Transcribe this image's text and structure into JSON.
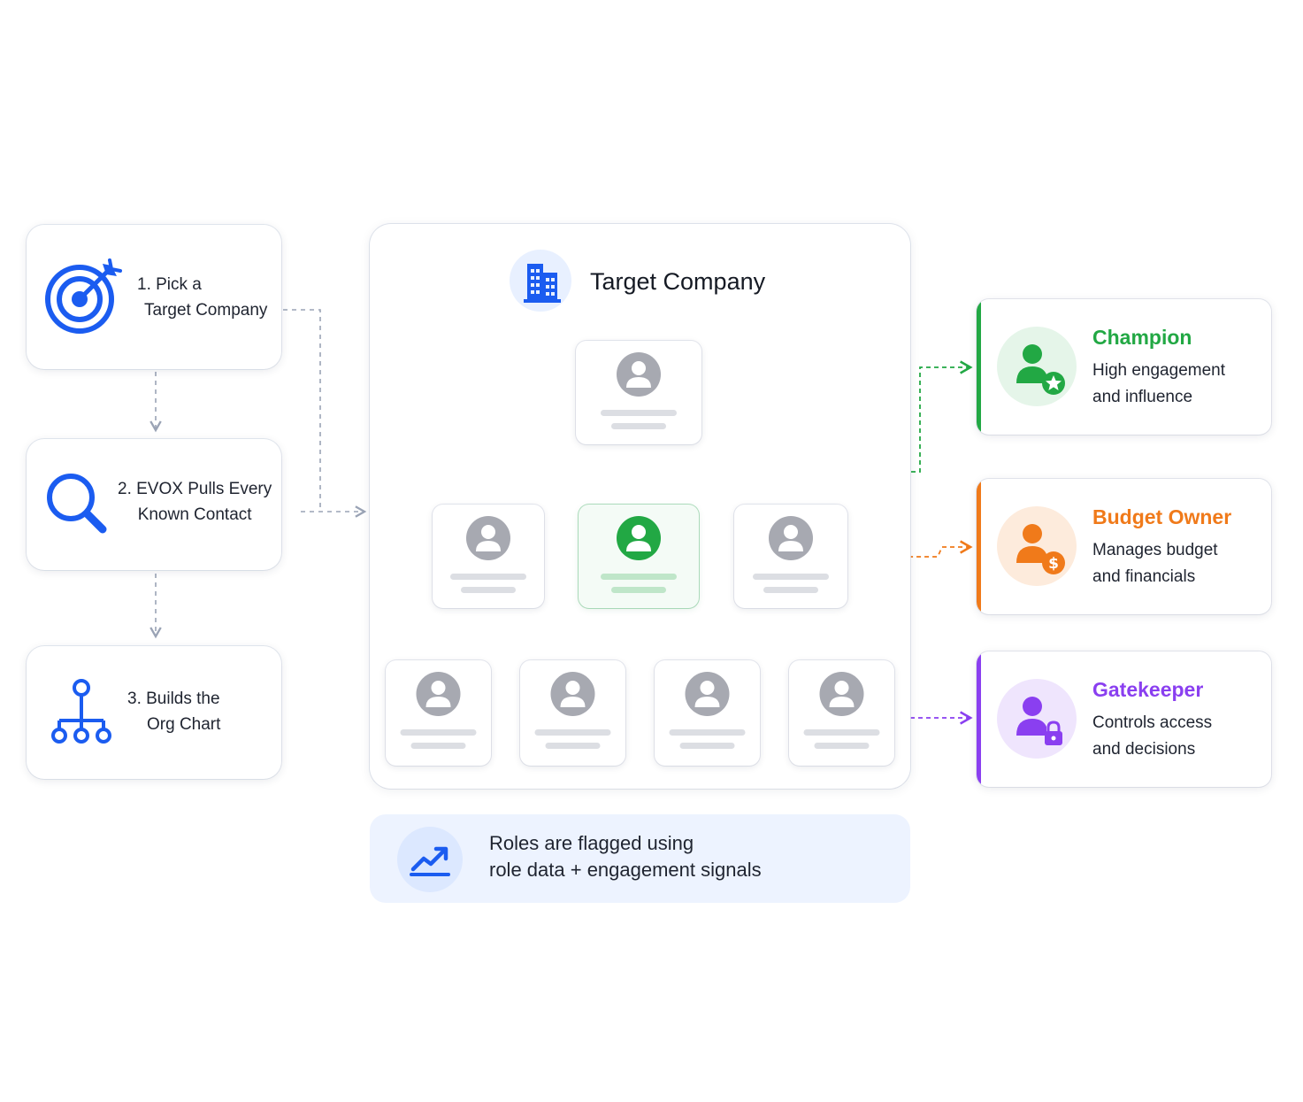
{
  "steps": [
    {
      "line1": "1. Pick a",
      "line2": "Target Company",
      "icon": "target-icon"
    },
    {
      "line1": "2. EVOX Pulls Every",
      "line2": "Known Contact",
      "icon": "search-icon"
    },
    {
      "line1": "3. Builds the",
      "line2": "Org Chart",
      "icon": "org-chart-icon"
    }
  ],
  "company": {
    "title": "Target Company",
    "icon": "building-icon"
  },
  "roles": [
    {
      "title": "Champion",
      "line1": "High engagement",
      "line2": "and influence",
      "color": "#22a844",
      "soft": "#e5f5e9",
      "icon": "person-star-icon"
    },
    {
      "title": "Budget Owner",
      "line1": "Manages budget",
      "line2": "and financials",
      "color": "#f07a1a",
      "soft": "#fdebdc",
      "icon": "person-dollar-icon"
    },
    {
      "title": "Gatekeeper",
      "line1": "Controls access",
      "line2": "and decisions",
      "color": "#8a3ff0",
      "soft": "#efe5fd",
      "icon": "person-lock-icon"
    }
  ],
  "note": {
    "line1": "Roles are flagged using",
    "line2": "role data + engagement signals",
    "icon": "trend-up-icon"
  },
  "colors": {
    "blue": "#1b5cf0",
    "gray_avatar": "#a7a9b1",
    "connector": "#9aa3b5"
  }
}
